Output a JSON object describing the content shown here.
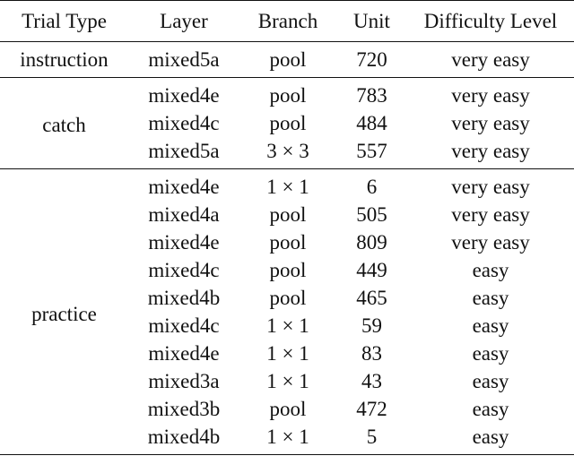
{
  "headers": [
    "Trial Type",
    "Layer",
    "Branch",
    "Unit",
    "Difficulty Level"
  ],
  "groups": [
    {
      "trial_type": "instruction",
      "rows": [
        {
          "layer": "mixed5a",
          "branch": "pool",
          "unit": "720",
          "difficulty": "very easy"
        }
      ]
    },
    {
      "trial_type": "catch",
      "rows": [
        {
          "layer": "mixed4e",
          "branch": "pool",
          "unit": "783",
          "difficulty": "very easy"
        },
        {
          "layer": "mixed4c",
          "branch": "pool",
          "unit": "484",
          "difficulty": "very easy"
        },
        {
          "layer": "mixed5a",
          "branch": "3 × 3",
          "unit": "557",
          "difficulty": "very easy"
        }
      ]
    },
    {
      "trial_type": "practice",
      "rows": [
        {
          "layer": "mixed4e",
          "branch": "1 × 1",
          "unit": "6",
          "difficulty": "very easy"
        },
        {
          "layer": "mixed4a",
          "branch": "pool",
          "unit": "505",
          "difficulty": "very easy"
        },
        {
          "layer": "mixed4e",
          "branch": "pool",
          "unit": "809",
          "difficulty": "very easy"
        },
        {
          "layer": "mixed4c",
          "branch": "pool",
          "unit": "449",
          "difficulty": "easy"
        },
        {
          "layer": "mixed4b",
          "branch": "pool",
          "unit": "465",
          "difficulty": "easy"
        },
        {
          "layer": "mixed4c",
          "branch": "1 × 1",
          "unit": "59",
          "difficulty": "easy"
        },
        {
          "layer": "mixed4e",
          "branch": "1 × 1",
          "unit": "83",
          "difficulty": "easy"
        },
        {
          "layer": "mixed3a",
          "branch": "1 × 1",
          "unit": "43",
          "difficulty": "easy"
        },
        {
          "layer": "mixed3b",
          "branch": "pool",
          "unit": "472",
          "difficulty": "easy"
        },
        {
          "layer": "mixed4b",
          "branch": "1 × 1",
          "unit": "5",
          "difficulty": "easy"
        }
      ]
    }
  ]
}
